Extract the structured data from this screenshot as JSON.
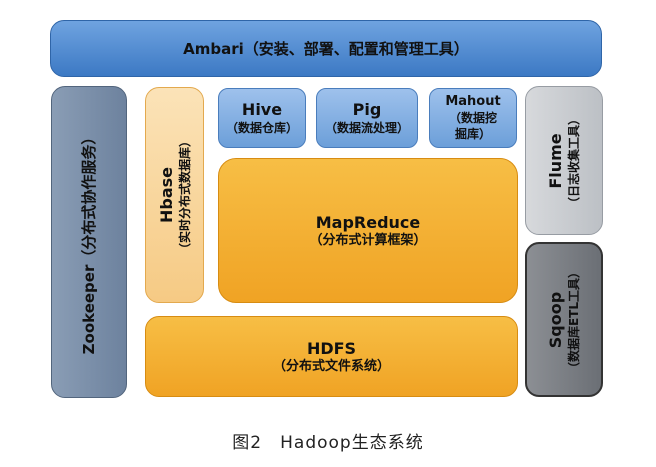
{
  "ambari": {
    "label": "Ambari（安装、部署、配置和管理工具）"
  },
  "zookeeper": {
    "label": "Zookeeper（分布式协作服务）"
  },
  "hbase": {
    "title": "Hbase",
    "subtitle": "（实时分布式数据库）"
  },
  "hive": {
    "title": "Hive",
    "subtitle": "（数据仓库）"
  },
  "pig": {
    "title": "Pig",
    "subtitle": "（数据流处理）"
  },
  "mahout": {
    "title": "Mahout",
    "subtitle_line1": "（数据挖",
    "subtitle_line2": "掘库）"
  },
  "mapreduce": {
    "title": "MapReduce",
    "subtitle": "（分布式计算框架）"
  },
  "hdfs": {
    "title": "HDFS",
    "subtitle": "（分布式文件系统）"
  },
  "flume": {
    "title": "Flume",
    "subtitle": "（日志收集工具）"
  },
  "sqoop": {
    "title": "Sqoop",
    "subtitle": "（数据库ETL工具）"
  },
  "caption": "图2　Hadoop生态系统"
}
